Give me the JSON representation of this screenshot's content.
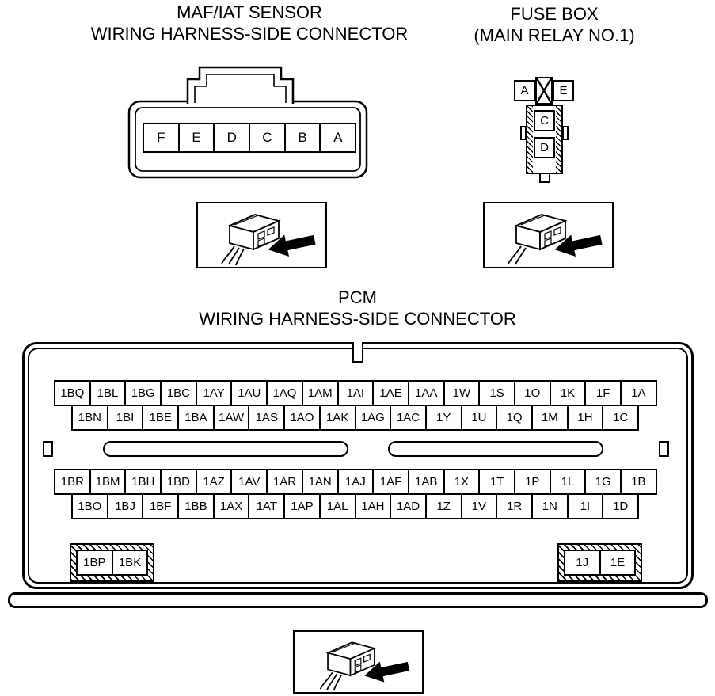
{
  "colors": {
    "line": "#000000",
    "background": "#ffffff"
  },
  "maf": {
    "title_line1": "MAF/IAT SENSOR",
    "title_line2": "WIRING HARNESS-SIDE CONNECTOR",
    "pins": [
      "F",
      "E",
      "D",
      "C",
      "B",
      "A"
    ]
  },
  "fuse": {
    "title_line1": "FUSE BOX",
    "title_line2": "(MAIN RELAY NO.1)",
    "top_pins": [
      "A",
      "E"
    ],
    "body_pins": [
      "C",
      "D"
    ]
  },
  "pcm": {
    "title_line1": "PCM",
    "title_line2": "WIRING HARNESS-SIDE CONNECTOR",
    "row1": [
      "1BQ",
      "1BL",
      "1BG",
      "1BC",
      "1AY",
      "1AU",
      "1AQ",
      "1AM",
      "1AI",
      "1AE",
      "1AA",
      "1W",
      "1S",
      "1O",
      "1K",
      "1F",
      "1A"
    ],
    "row2": [
      "1BN",
      "1BI",
      "1BE",
      "1BA",
      "1AW",
      "1AS",
      "1AO",
      "1AK",
      "1AG",
      "1AC",
      "1Y",
      "1U",
      "1Q",
      "1M",
      "1H",
      "1C"
    ],
    "row3": [
      "1BR",
      "1BM",
      "1BH",
      "1BD",
      "1AZ",
      "1AV",
      "1AR",
      "1AN",
      "1AJ",
      "1AF",
      "1AB",
      "1X",
      "1T",
      "1P",
      "1L",
      "1G",
      "1B"
    ],
    "row4": [
      "1BO",
      "1BJ",
      "1BF",
      "1BB",
      "1AX",
      "1AT",
      "1AP",
      "1AL",
      "1AH",
      "1AD",
      "1Z",
      "1V",
      "1R",
      "1N",
      "1I",
      "1D"
    ],
    "bottom_left_pins": [
      "1BP",
      "1BK"
    ],
    "bottom_right_pins": [
      "1J",
      "1E"
    ]
  },
  "icons": {
    "connector_view": "connector-with-arrow"
  }
}
